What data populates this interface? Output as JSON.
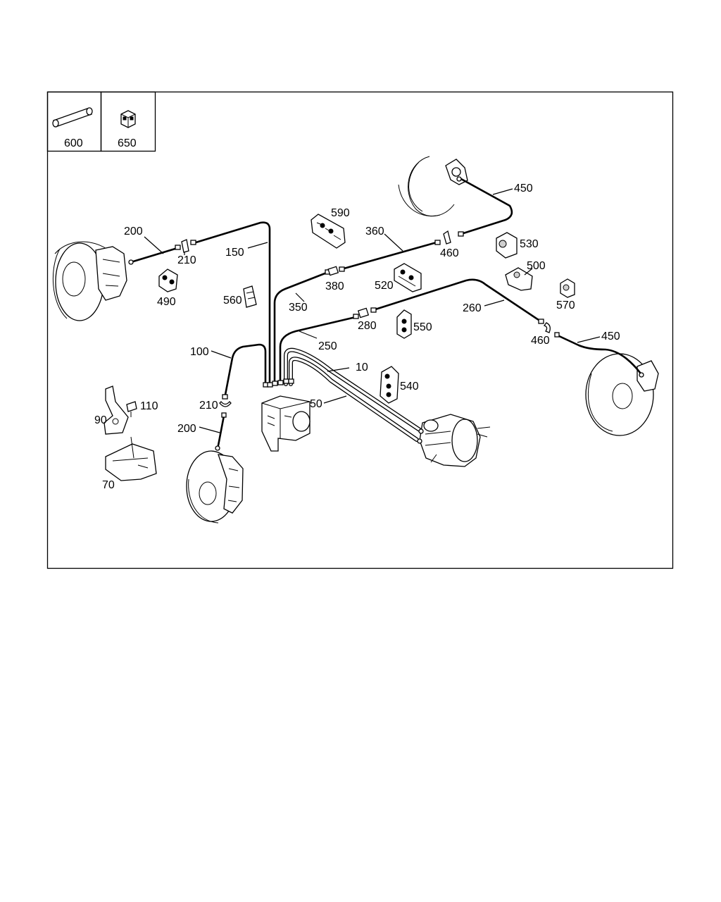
{
  "legend": [
    {
      "id": "600",
      "icon": "sleeve-tube-icon"
    },
    {
      "id": "650",
      "icon": "cube-clip-icon"
    }
  ],
  "labels": {
    "l10": "10",
    "l50": "50",
    "l70": "70",
    "l90": "90",
    "l100": "100",
    "l110": "110",
    "l150": "150",
    "l200a": "200",
    "l200b": "200",
    "l210a": "210",
    "l210b": "210",
    "l250": "250",
    "l260": "260",
    "l280": "280",
    "l350": "350",
    "l360": "360",
    "l380": "380",
    "l450a": "450",
    "l450b": "450",
    "l460a": "460",
    "l460b": "460",
    "l490": "490",
    "l500": "500",
    "l520": "520",
    "l530": "530",
    "l540": "540",
    "l550": "550",
    "l560": "560",
    "l570": "570",
    "l590": "590"
  }
}
